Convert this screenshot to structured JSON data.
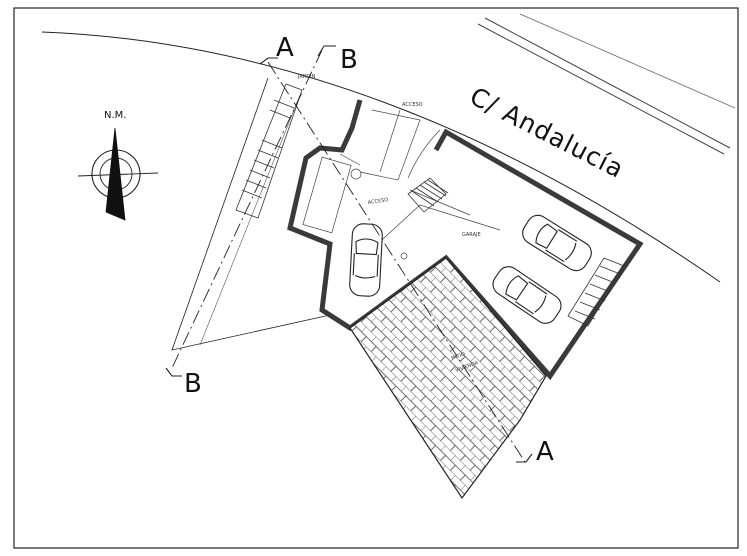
{
  "labels": {
    "street": "C/ Andalucía",
    "north": "N.M.",
    "section_a_top": "A",
    "section_a_bottom": "A",
    "section_b_top": "B",
    "section_b_bottom": "B",
    "garaje": "GARAJE",
    "acceso_top": "ACCESO",
    "acceso": "ACCESO",
    "garden_small": "JARDIN",
    "patio": "PATIO",
    "patio_sub": "VIVIENDA"
  },
  "colors": {
    "line": "#1a1a1a",
    "wall": "#3a3a3a",
    "background": "#ffffff"
  }
}
